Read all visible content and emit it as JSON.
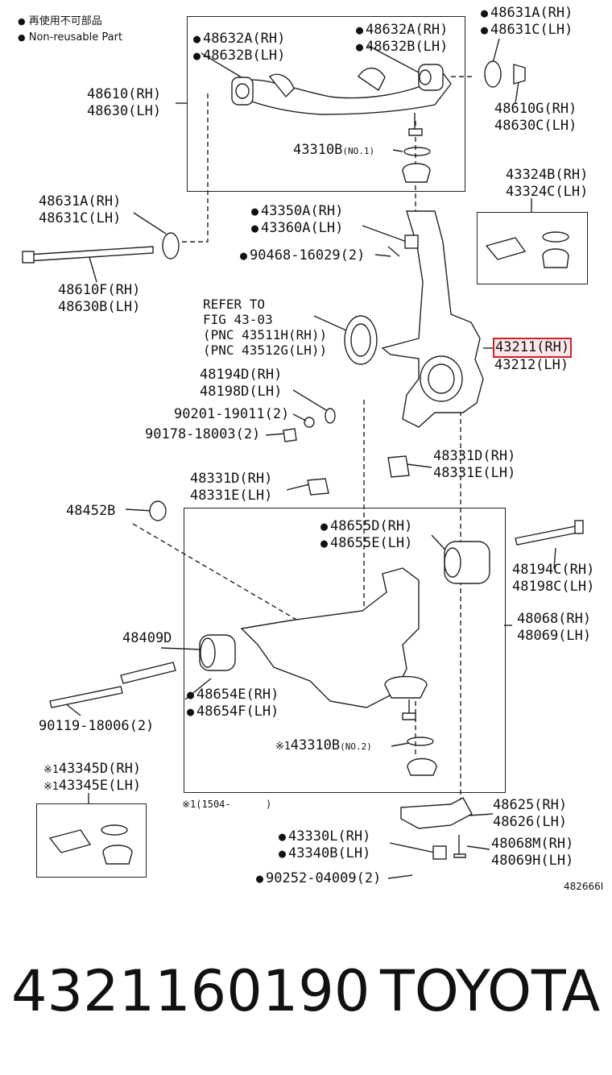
{
  "legend": {
    "line1": "再使用不可部品",
    "line2": "Non-reusable Part"
  },
  "labels": {
    "upper_arm_bushing_rh_top": "48631A(RH)",
    "upper_arm_bushing_lh_top": "48631C(LH)",
    "upper_bushing_a_rh": "48632A(RH)",
    "upper_bushing_b_lh": "48632B(LH)",
    "upper_bushing_a_rh2": "48632A(RH)",
    "upper_bushing_b_lh2": "48632B(LH)",
    "upper_arm_rh": "48610(RH)",
    "upper_arm_lh": "48630(LH)",
    "upper_bolt_nut_rh": "48610G(RH)",
    "upper_bolt_nut_lh": "48630C(LH)",
    "ball_joint_boot_upper": "43310B",
    "ball_joint_boot_upper_note": "(NO.1)",
    "boot_kit_rh": "43324B(RH)",
    "boot_kit_lh": "43324C(LH)",
    "cam_rh": "48631A(RH)",
    "cam_lh": "48631C(LH)",
    "bolt_rh": "48610F(RH)",
    "bolt_lh": "48630B(LH)",
    "nut_rh": "43350A(RH)",
    "nut_lh": "43360A(LH)",
    "cotter_pin": "90468-16029(2)",
    "refer_1": "REFER TO",
    "refer_2": "FIG 43-03",
    "refer_3": "(PNC 43511H(RH))",
    "refer_4": "(PNC 43512G(LH))",
    "knuckle_rh": "43211(RH)",
    "knuckle_lh": "43212(LH)",
    "washer_rh": "48194D(RH)",
    "washer_lh": "48198D(LH)",
    "bolt_90201": "90201-19011(2)",
    "nut_90178": "90178-18003(2)",
    "bumper_rh_right": "48331D(RH)",
    "bumper_lh_right": "48331E(LH)",
    "bumper_rh_left": "48331D(RH)",
    "bumper_lh_left": "48331E(LH)",
    "stopper": "48452B",
    "lower_bush_rh": "48655D(RH)",
    "lower_bush_lh": "48655E(LH)",
    "lower_bolt_rh": "48194C(RH)",
    "lower_bolt_lh": "48198C(LH)",
    "lower_arm_rh": "48068(RH)",
    "lower_arm_lh": "48069(LH)",
    "cam_bolt": "48409D",
    "lower_bush2_rh": "48654E(RH)",
    "lower_bush2_lh": "48654F(LH)",
    "bolt_90119": "90119-18006(2)",
    "boot_lower_prefix": "※1",
    "boot_lower": "43310B",
    "boot_lower_note": "(NO.2)",
    "boot_kit2_rh": "43345D(RH)",
    "boot_kit2_lh": "43345E(LH)",
    "date_note": "※1(1504-      )",
    "plate_rh": "48625(RH)",
    "plate_lh": "48626(LH)",
    "nut2_rh": "43330L(RH)",
    "nut2_lh": "43340B(LH)",
    "bolt2_rh": "48068M(RH)",
    "bolt2_lh": "48069H(LH)",
    "cotter2": "90252-04009(2)",
    "fig_id": "482666I"
  },
  "footer": {
    "part_number": "4321160190",
    "brand": "TOYOTA"
  },
  "colors": {
    "highlight": "#d0202a",
    "ink": "#111111"
  }
}
